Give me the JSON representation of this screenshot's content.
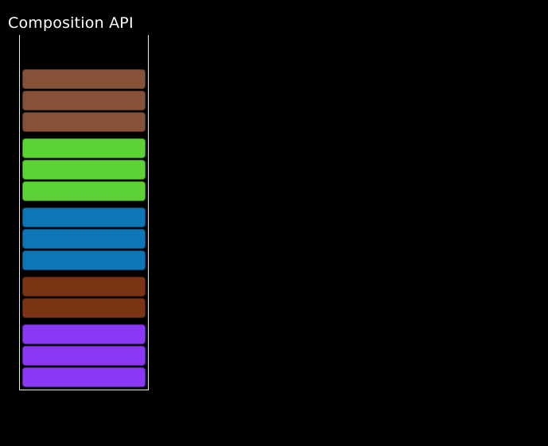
{
  "title": "Composition API",
  "colors": {
    "background": "#000000",
    "title_text": "#ffffff",
    "frame_line": "#ececec"
  },
  "chart_data": {
    "type": "bar",
    "title": "Composition API",
    "description": "Vertical stack of 14 rounded horizontal segments grouped into 5 color blocks inside a frame with left, right and bottom borders (no top border); no axis labels, ticks or legend visible",
    "background": "#000000",
    "frame": {
      "left": true,
      "right": true,
      "bottom": true,
      "top": false,
      "color": "#ececec"
    },
    "legend": "none",
    "axis_labels": "none",
    "categories": [
      "brown",
      "green",
      "blue",
      "dark-brown",
      "purple"
    ],
    "values": [
      3,
      3,
      3,
      2,
      3
    ],
    "groups": [
      {
        "name": "brown",
        "color": "#855137",
        "segment_count": 3
      },
      {
        "name": "green",
        "color": "#5BD335",
        "segment_count": 3
      },
      {
        "name": "blue",
        "color": "#0C76B6",
        "segment_count": 3
      },
      {
        "name": "dark-brown",
        "color": "#7A3414",
        "segment_count": 2
      },
      {
        "name": "purple",
        "color": "#8A38F5",
        "segment_count": 3
      }
    ],
    "total_segments": 14
  }
}
